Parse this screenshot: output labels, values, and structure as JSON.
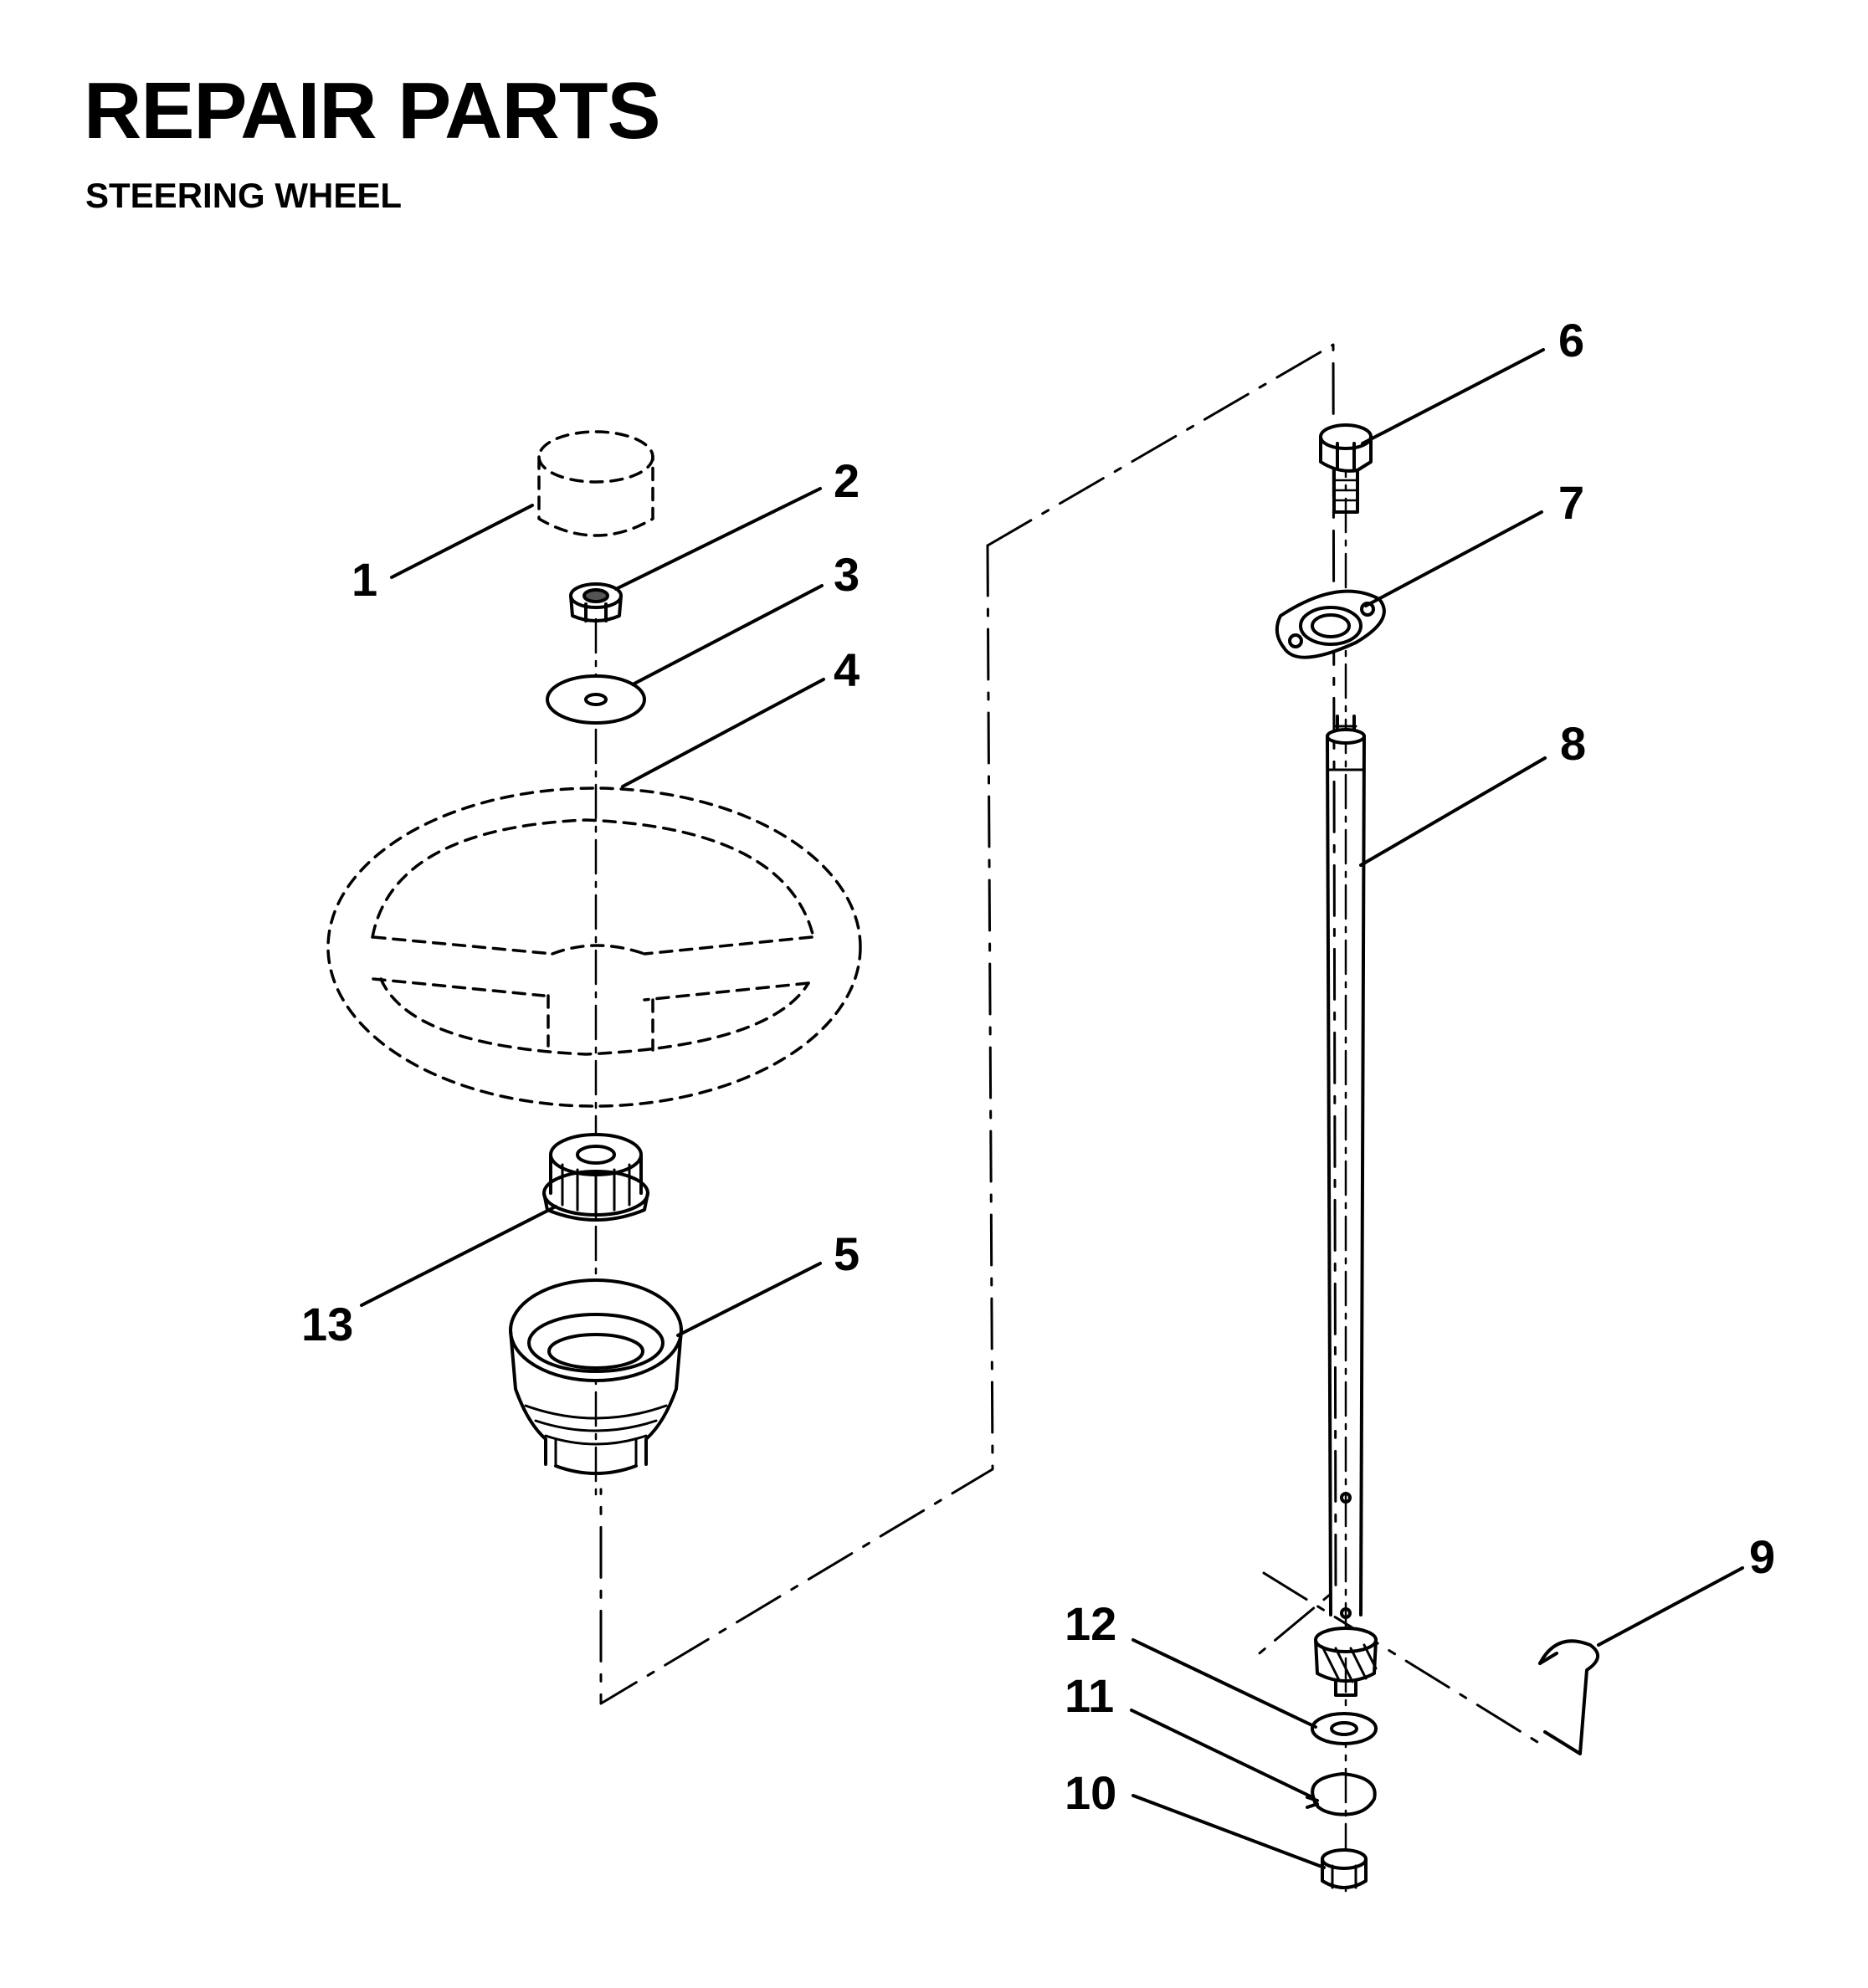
{
  "header": {
    "title": "REPAIR PARTS",
    "subtitle": "STEERING WHEEL"
  },
  "callouts": [
    "1",
    "2",
    "3",
    "4",
    "5",
    "6",
    "7",
    "8",
    "9",
    "10",
    "11",
    "12",
    "13"
  ],
  "colors": {
    "ink": "#000000",
    "paper": "#ffffff"
  }
}
